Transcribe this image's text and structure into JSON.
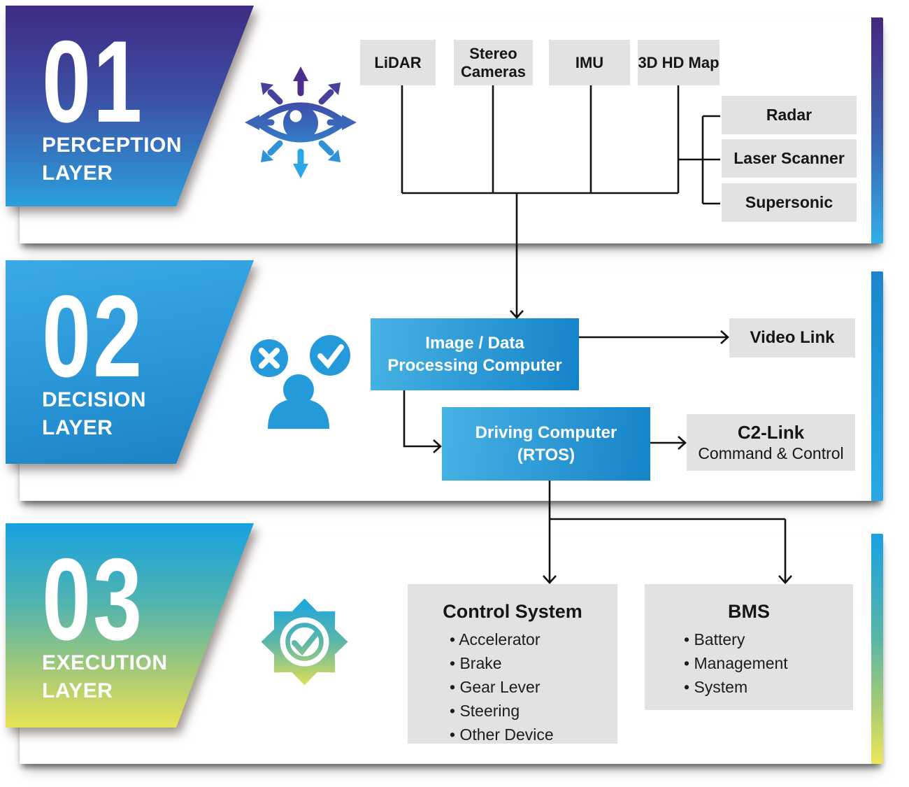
{
  "panels": [
    {
      "number": "01",
      "title": [
        "PERCEPTION",
        "LAYER"
      ]
    },
    {
      "number": "02",
      "title": [
        "DECISION",
        "LAYER"
      ]
    },
    {
      "number": "03",
      "title": [
        "EXECUTION",
        "LAYER"
      ]
    }
  ],
  "perception": {
    "sensors": [
      "LiDAR",
      "Stereo Cameras",
      "IMU",
      "3D HD Map"
    ],
    "aux_sensors": [
      "Radar",
      "Laser Scanner",
      "Supersonic"
    ]
  },
  "decision": {
    "processing_computer_line1": "Image / Data",
    "processing_computer_line2": "Processing Computer",
    "driving_computer_line1": "Driving Computer",
    "driving_computer_line2": "(RTOS)",
    "video_link": "Video Link",
    "c2_link_title": "C2-Link",
    "c2_link_subtitle": "Command & Control"
  },
  "execution": {
    "control_system": {
      "title": "Control System",
      "items": [
        "Accelerator",
        "Brake",
        "Gear Lever",
        "Steering",
        "Other Device"
      ]
    },
    "bms": {
      "title": "BMS",
      "items": [
        "Battery",
        "Management",
        "System"
      ]
    }
  },
  "icons": {
    "perception": "eye-with-arrows",
    "decision": "person-with-cross-and-check",
    "execution": "gear-with-checkmark"
  },
  "colors": {
    "purple": "#42297f",
    "blue": "#2196d8",
    "cyan": "#29a8e2",
    "yellow_green": "#e8e356",
    "box_gray": "#e2e2e1",
    "box_blue_light": "#47b2e4",
    "box_blue_dark": "#1583c8",
    "line": "#111111"
  }
}
